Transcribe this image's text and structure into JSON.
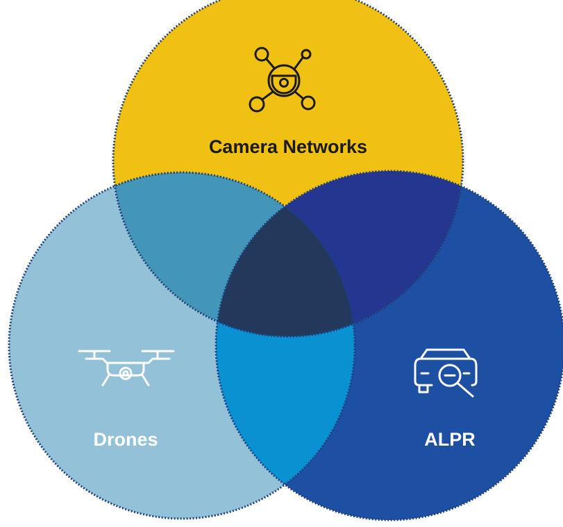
{
  "diagram": {
    "sets": [
      {
        "id": "camera",
        "label": "Camera Networks",
        "icon": "camera-network-icon",
        "fill": "#F0C012",
        "label_color": "#1A1A1A"
      },
      {
        "id": "drones",
        "label": "Drones",
        "icon": "drone-icon",
        "fill": "#92C1D8",
        "label_color": "#FFFFFF"
      },
      {
        "id": "alpr",
        "label": "ALPR",
        "icon": "car-search-icon",
        "fill": "#1D4FA3",
        "label_color": "#FFFFFF"
      }
    ],
    "intersections": {
      "camera_drones": "#4396B8",
      "camera_alpr": "#253690",
      "drones_alpr": "#0A91D2",
      "all_three": "#24385C"
    },
    "outline_color": "#1B3E7E"
  }
}
